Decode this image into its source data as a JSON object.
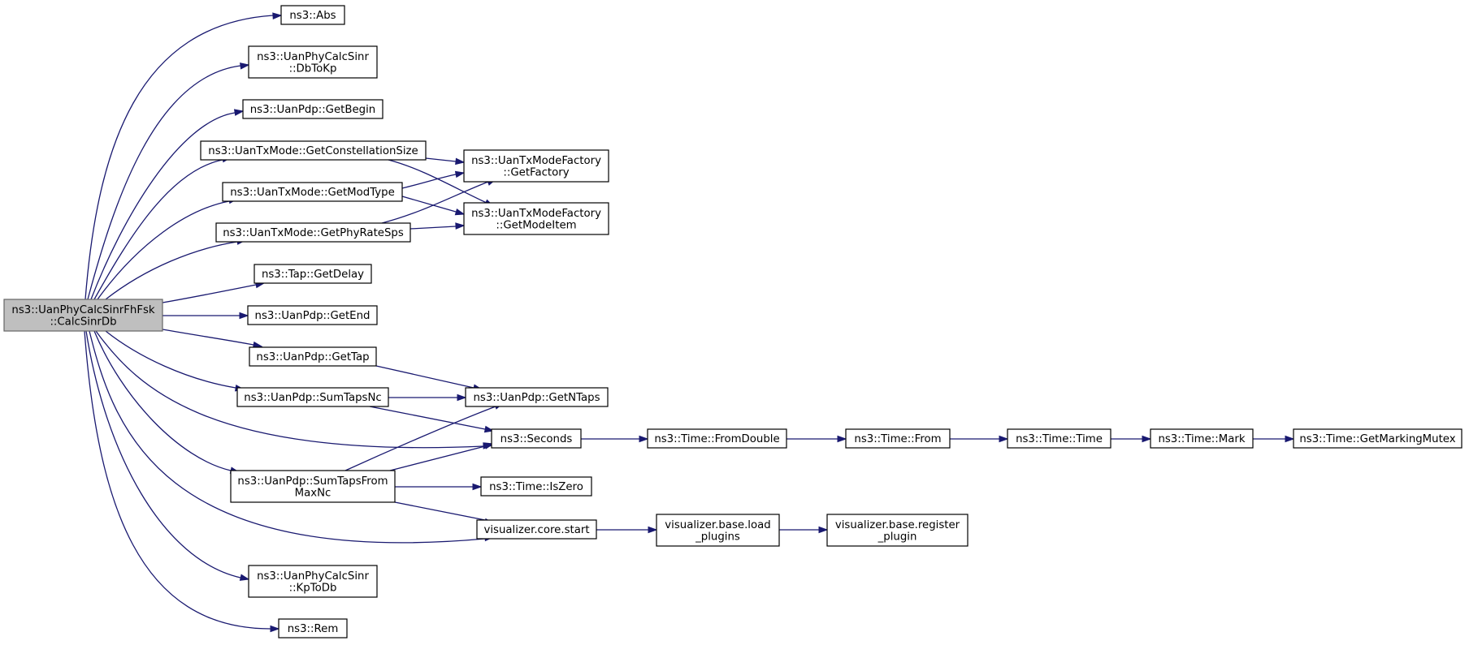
{
  "diagram": {
    "type": "call-graph",
    "colors": {
      "edge": "#191970",
      "root_fill": "#bfbfbf",
      "node_fill": "#ffffff",
      "node_border": "#000000"
    },
    "nodes": [
      {
        "id": "root",
        "lines": [
          "ns3::UanPhyCalcSinrFhFsk",
          "::CalcSinrDb"
        ],
        "root": true
      },
      {
        "id": "abs",
        "lines": [
          "ns3::Abs"
        ]
      },
      {
        "id": "dbtokp",
        "lines": [
          "ns3::UanPhyCalcSinr",
          "::DbToKp"
        ]
      },
      {
        "id": "getbegin",
        "lines": [
          "ns3::UanPdp::GetBegin"
        ]
      },
      {
        "id": "getconst",
        "lines": [
          "ns3::UanTxMode::GetConstellationSize"
        ]
      },
      {
        "id": "getmodtype",
        "lines": [
          "ns3::UanTxMode::GetModType"
        ]
      },
      {
        "id": "getphyrate",
        "lines": [
          "ns3::UanTxMode::GetPhyRateSps"
        ]
      },
      {
        "id": "getfactory",
        "lines": [
          "ns3::UanTxModeFactory",
          "::GetFactory"
        ]
      },
      {
        "id": "getmodeitem",
        "lines": [
          "ns3::UanTxModeFactory",
          "::GetModeItem"
        ]
      },
      {
        "id": "getdelay",
        "lines": [
          "ns3::Tap::GetDelay"
        ]
      },
      {
        "id": "getend",
        "lines": [
          "ns3::UanPdp::GetEnd"
        ]
      },
      {
        "id": "gettap",
        "lines": [
          "ns3::UanPdp::GetTap"
        ]
      },
      {
        "id": "sumtapsnc",
        "lines": [
          "ns3::UanPdp::SumTapsNc"
        ]
      },
      {
        "id": "getntaps",
        "lines": [
          "ns3::UanPdp::GetNTaps"
        ]
      },
      {
        "id": "seconds",
        "lines": [
          "ns3::Seconds"
        ]
      },
      {
        "id": "fromdouble",
        "lines": [
          "ns3::Time::FromDouble"
        ]
      },
      {
        "id": "from",
        "lines": [
          "ns3::Time::From"
        ]
      },
      {
        "id": "time",
        "lines": [
          "ns3::Time::Time"
        ]
      },
      {
        "id": "mark",
        "lines": [
          "ns3::Time::Mark"
        ]
      },
      {
        "id": "getmarkingmutex",
        "lines": [
          "ns3::Time::GetMarkingMutex"
        ]
      },
      {
        "id": "sumtapsfrommax",
        "lines": [
          "ns3::UanPdp::SumTapsFrom",
          "MaxNc"
        ]
      },
      {
        "id": "iszero",
        "lines": [
          "ns3::Time::IsZero"
        ]
      },
      {
        "id": "corestart",
        "lines": [
          "visualizer.core.start"
        ]
      },
      {
        "id": "loadplugins",
        "lines": [
          "visualizer.base.load",
          "_plugins"
        ]
      },
      {
        "id": "registerplugin",
        "lines": [
          "visualizer.base.register",
          "_plugin"
        ]
      },
      {
        "id": "kptodb",
        "lines": [
          "ns3::UanPhyCalcSinr",
          "::KpToDb"
        ]
      },
      {
        "id": "rem",
        "lines": [
          "ns3::Rem"
        ]
      }
    ],
    "edges": [
      {
        "from": "root",
        "to": "abs"
      },
      {
        "from": "root",
        "to": "dbtokp"
      },
      {
        "from": "root",
        "to": "getbegin"
      },
      {
        "from": "root",
        "to": "getconst"
      },
      {
        "from": "root",
        "to": "getmodtype"
      },
      {
        "from": "root",
        "to": "getphyrate"
      },
      {
        "from": "root",
        "to": "getdelay"
      },
      {
        "from": "root",
        "to": "getend"
      },
      {
        "from": "root",
        "to": "gettap"
      },
      {
        "from": "root",
        "to": "sumtapsnc"
      },
      {
        "from": "root",
        "to": "seconds"
      },
      {
        "from": "root",
        "to": "sumtapsfrommax"
      },
      {
        "from": "root",
        "to": "corestart"
      },
      {
        "from": "root",
        "to": "kptodb"
      },
      {
        "from": "root",
        "to": "rem"
      },
      {
        "from": "getconst",
        "to": "getfactory"
      },
      {
        "from": "getconst",
        "to": "getmodeitem"
      },
      {
        "from": "getmodtype",
        "to": "getfactory"
      },
      {
        "from": "getmodtype",
        "to": "getmodeitem"
      },
      {
        "from": "getphyrate",
        "to": "getfactory"
      },
      {
        "from": "getphyrate",
        "to": "getmodeitem"
      },
      {
        "from": "gettap",
        "to": "getntaps"
      },
      {
        "from": "sumtapsnc",
        "to": "getntaps"
      },
      {
        "from": "sumtapsnc",
        "to": "seconds"
      },
      {
        "from": "sumtapsfrommax",
        "to": "getntaps"
      },
      {
        "from": "sumtapsfrommax",
        "to": "seconds"
      },
      {
        "from": "sumtapsfrommax",
        "to": "iszero"
      },
      {
        "from": "sumtapsfrommax",
        "to": "corestart"
      },
      {
        "from": "seconds",
        "to": "fromdouble"
      },
      {
        "from": "fromdouble",
        "to": "from"
      },
      {
        "from": "from",
        "to": "time"
      },
      {
        "from": "time",
        "to": "mark"
      },
      {
        "from": "mark",
        "to": "getmarkingmutex"
      },
      {
        "from": "corestart",
        "to": "loadplugins"
      },
      {
        "from": "loadplugins",
        "to": "registerplugin"
      }
    ]
  }
}
